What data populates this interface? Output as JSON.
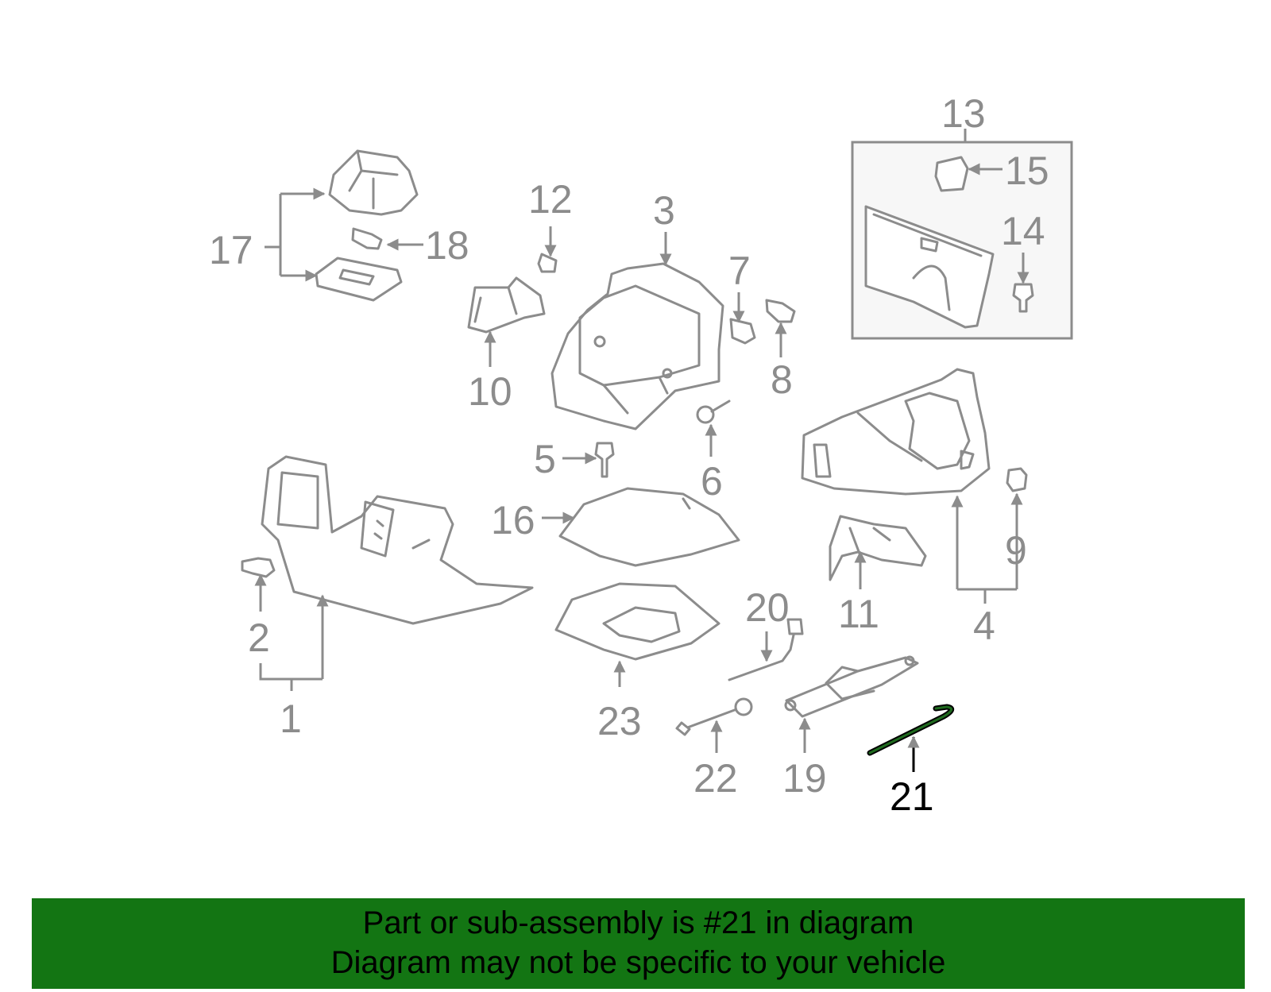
{
  "colors": {
    "part_stroke": "#8c8c8c",
    "highlight": "#000000",
    "highlight_inner": "#1f6b1f",
    "banner_bg": "#137513",
    "banner_text": "#000000",
    "box_bg": "#f7f7f7"
  },
  "labels": {
    "p1": "1",
    "p2": "2",
    "p3": "3",
    "p4": "4",
    "p5": "5",
    "p6": "6",
    "p7": "7",
    "p8": "8",
    "p9": "9",
    "p10": "10",
    "p11": "11",
    "p12": "12",
    "p13": "13",
    "p14": "14",
    "p15": "15",
    "p16": "16",
    "p17": "17",
    "p18": "18",
    "p19": "19",
    "p20": "20",
    "p21": "21",
    "p22": "22",
    "p23": "23"
  },
  "highlighted_part": "21",
  "banner": {
    "line1": "Part or sub-assembly is #21 in diagram",
    "line2": "Diagram may not be specific to your vehicle"
  }
}
